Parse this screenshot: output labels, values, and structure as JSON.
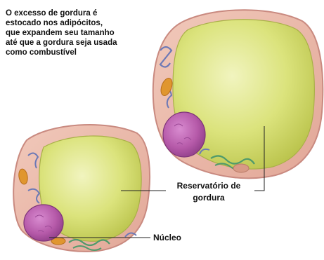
{
  "caption": "O excesso de gordura é\nestocado nos adipócitos,\nque expandem seu tamanho\naté que a gordura seja usada\ncomo combustível",
  "labels": {
    "fat_reservoir": "Reservatório de\ngordura",
    "nucleus": "Núcleo"
  },
  "colors": {
    "fat_droplet": "#d4de6e",
    "fat_highlight": "#eef2b6",
    "cytoplasm": "#e9b7a6",
    "membrane": "#c98a80",
    "nucleus": "#b85aa9",
    "mitochondria": "#e0962f",
    "er": "#6c79b6"
  }
}
